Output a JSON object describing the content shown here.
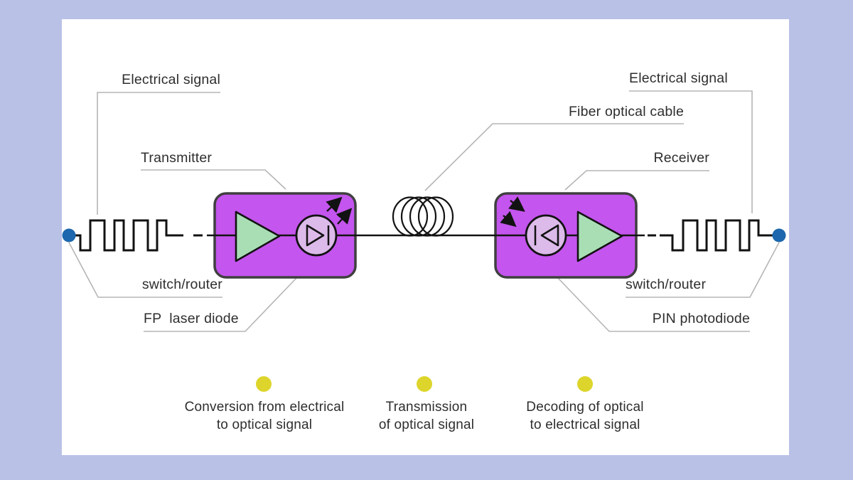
{
  "labels": {
    "electrical_signal_left": "Electrical signal",
    "transmitter": "Transmitter",
    "fiber_optical_cable": "Fiber optical cable",
    "receiver": "Receiver",
    "electrical_signal_right": "Electrical signal",
    "switch_router_left": "switch/router",
    "switch_router_right": "switch/router",
    "fp_laser_diode": "FP  laser diode",
    "pin_photodiode": "PIN photodiode"
  },
  "captions": [
    {
      "line1": "Conversion from electrical",
      "line2": "to optical signal"
    },
    {
      "line1": "Transmission",
      "line2": "of optical signal"
    },
    {
      "line1": "Decoding of optical",
      "line2": "to electrical signal"
    }
  ],
  "icons": {
    "amplifier": "green-right-triangle",
    "laser_diode": "circle-diode-arrows-out",
    "photodiode": "circle-diode-arrows-in",
    "fiber_coil": "four-overlapping-loops",
    "endpoint": "blue-dot",
    "step_marker": "yellow-dot",
    "waveform": "square-wave"
  },
  "colors": {
    "bg": "#bac1e6",
    "card": "#ffffff",
    "box_purple": "#c455ee",
    "box_border": "#3f3f3f",
    "amp_green": "#a9deb5",
    "diode_lavender": "#dcbae9",
    "stroke_ink": "#121212",
    "endpoint_blue": "#1c67ae",
    "marker_yellow": "#ddd52c",
    "leader_gray": "#b5b5b5",
    "text_ink": "#2e2e2e"
  }
}
